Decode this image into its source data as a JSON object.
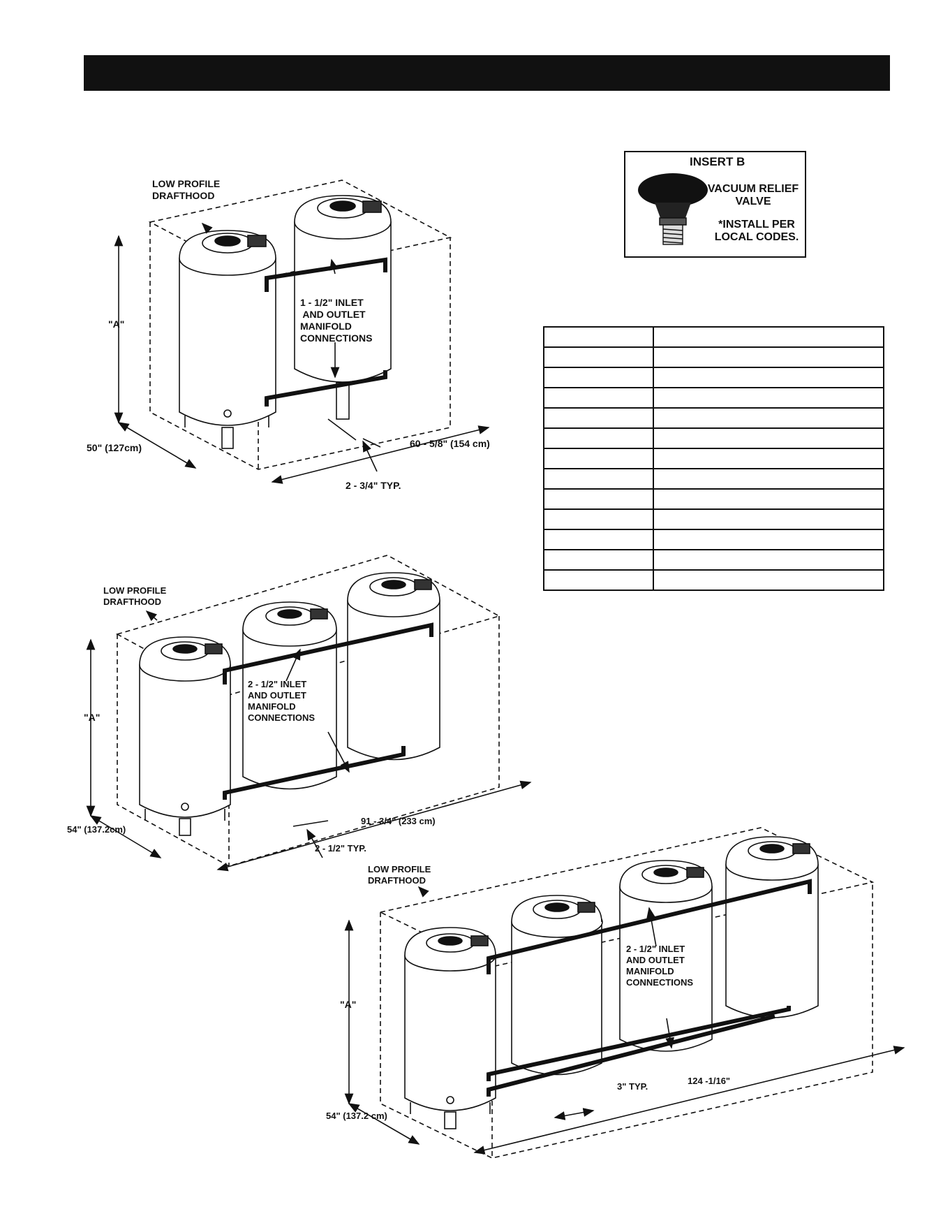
{
  "header": {
    "title": ""
  },
  "insert_b": {
    "title": "INSERT B",
    "valve_label": "VACUUM RELIEF\nVALVE",
    "note": "*INSTALL PER\nLOCAL CODES."
  },
  "diagram_two_tanks": {
    "drafthood_label": "LOW PROFILE\nDRAFTHOOD",
    "manifold_label": "1 - 1/2\" INLET\n AND OUTLET\nMANIFOLD\nCONNECTIONS",
    "height_label": "\"A\"",
    "depth_label": "50\" (127cm)",
    "width_label": "60 - 5/8\" (154 cm)",
    "spacing_label": "2 - 3/4\" TYP."
  },
  "diagram_three_tanks": {
    "drafthood_label": "LOW PROFILE\nDRAFTHOOD",
    "manifold_label": "2 - 1/2\" INLET\nAND OUTLET\nMANIFOLD\nCONNECTIONS",
    "height_label": "\"A\"",
    "depth_label": "54\" (137.2cm)",
    "width_label": "91 - 3/4\" (233 cm)",
    "spacing_label": "2 - 1/2\" TYP."
  },
  "diagram_four_tanks": {
    "drafthood_label": "LOW PROFILE\nDRAFTHOOD",
    "manifold_label": "2 - 1/2\" INLET\nAND OUTLET\nMANIFOLD\nCONNECTIONS",
    "height_label": "\"A\"",
    "depth_label": "54\" (137.2 cm)",
    "width_label": "124 -1/16\"",
    "spacing_label": "3\" TYP."
  },
  "spec_table": {
    "rows": 13,
    "columns": 2
  }
}
